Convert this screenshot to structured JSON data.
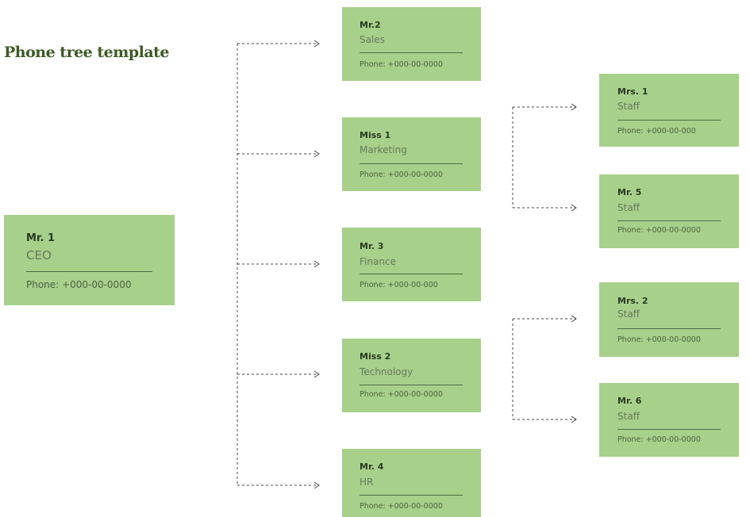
{
  "title": "Phone tree template",
  "nodes": {
    "root": {
      "name": "Mr. 1",
      "role": "CEO",
      "phone": "Phone: +000-00-0000"
    },
    "n1": {
      "name": "Mr.2",
      "role": "Sales",
      "phone": "Phone: +000-00-0000"
    },
    "n2": {
      "name": "Miss 1",
      "role": "Marketing",
      "phone": "Phone: +000-00-0000"
    },
    "n3": {
      "name": "Mr. 3",
      "role": "Finance",
      "phone": "Phone: +000-00-000"
    },
    "n4": {
      "name": "Miss 2",
      "role": "Technology",
      "phone": "Phone: +000-00-0000"
    },
    "n5": {
      "name": "Mr. 4",
      "role": "HR",
      "phone": "Phone: +000-00-0000"
    },
    "s1": {
      "name": "Mrs. 1",
      "role": "Staff",
      "phone": "Phone: +000-00-000"
    },
    "s2": {
      "name": "Mr. 5",
      "role": "Staff",
      "phone": "Phone: +000-00-0000"
    },
    "s3": {
      "name": "Mrs. 2",
      "role": "Staff",
      "phone": "Phone: +000-00-0000"
    },
    "s4": {
      "name": "Mr. 6",
      "role": "Staff",
      "phone": "Phone: +000-00-0000"
    }
  }
}
